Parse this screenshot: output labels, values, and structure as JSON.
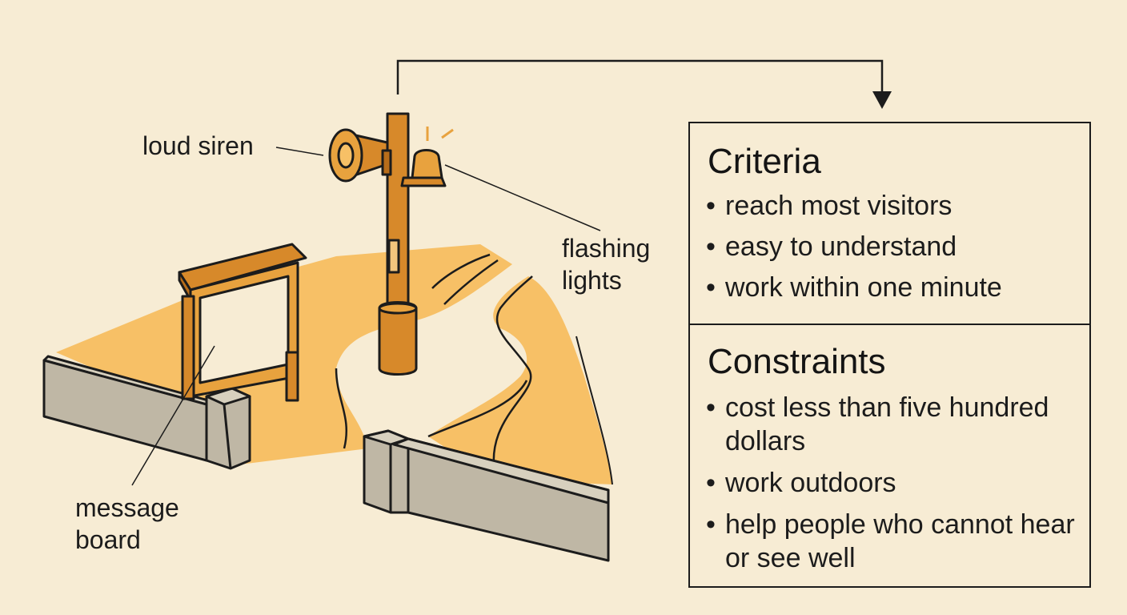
{
  "callouts": {
    "siren": "loud siren",
    "lights_line1": "flashing",
    "lights_line2": "lights",
    "board_line1": "message",
    "board_line2": "board"
  },
  "criteria": {
    "heading": "Criteria",
    "items": [
      "reach most visitors",
      "easy to understand",
      "work within one minute"
    ]
  },
  "constraints": {
    "heading": "Constraints",
    "items": [
      "cost less than five hundred dollars",
      "work outdoors",
      "help people who cannot hear or see well"
    ]
  },
  "colors": {
    "background": "#f7ecd4",
    "path": "#f7c066",
    "pole": "#d7892a",
    "wall": "#bfb7a5",
    "ink": "#1c1c1c"
  },
  "icons": [
    "siren-icon",
    "flashing-light-icon",
    "message-board-icon",
    "arrow-icon"
  ]
}
